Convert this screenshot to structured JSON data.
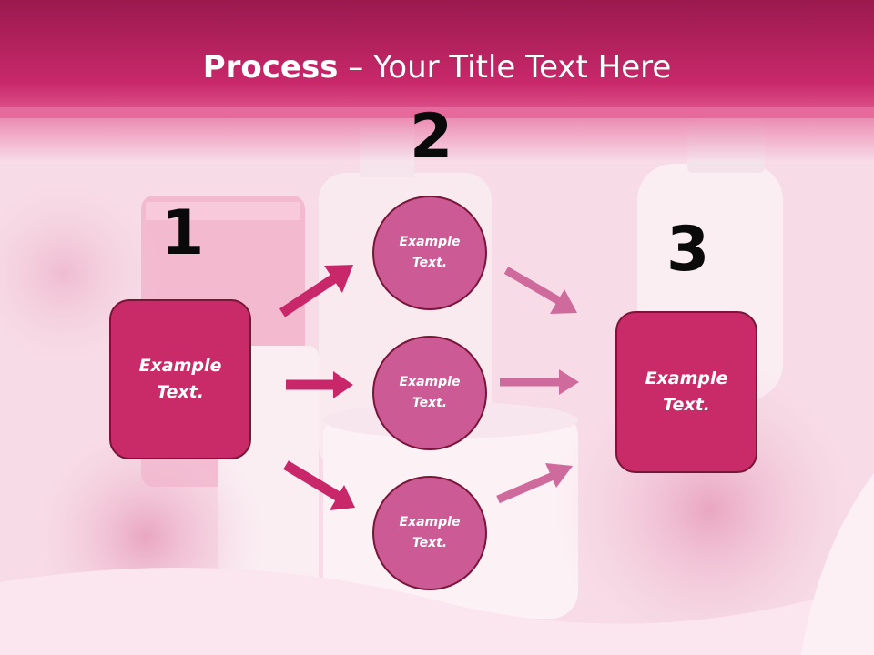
{
  "header": {
    "title_bold": "Process",
    "title_rest": " – Your Title Text Here"
  },
  "steps": [
    {
      "number": "1",
      "text": "Example\nText."
    },
    {
      "number": "2",
      "text": "Example\nText."
    },
    {
      "number": "3",
      "text": "Example\nText."
    }
  ],
  "middle_circles": [
    {
      "text": "Example\nText."
    },
    {
      "text": "Example\nText."
    },
    {
      "text": "Example\nText."
    }
  ],
  "colors": {
    "header": "#c8286a",
    "box_fill": "#c92b69",
    "circle_fill": "#cb5a95",
    "arrow_left": "#c8286a",
    "arrow_right": "#cf6b9c",
    "outline": "#7a1538"
  }
}
